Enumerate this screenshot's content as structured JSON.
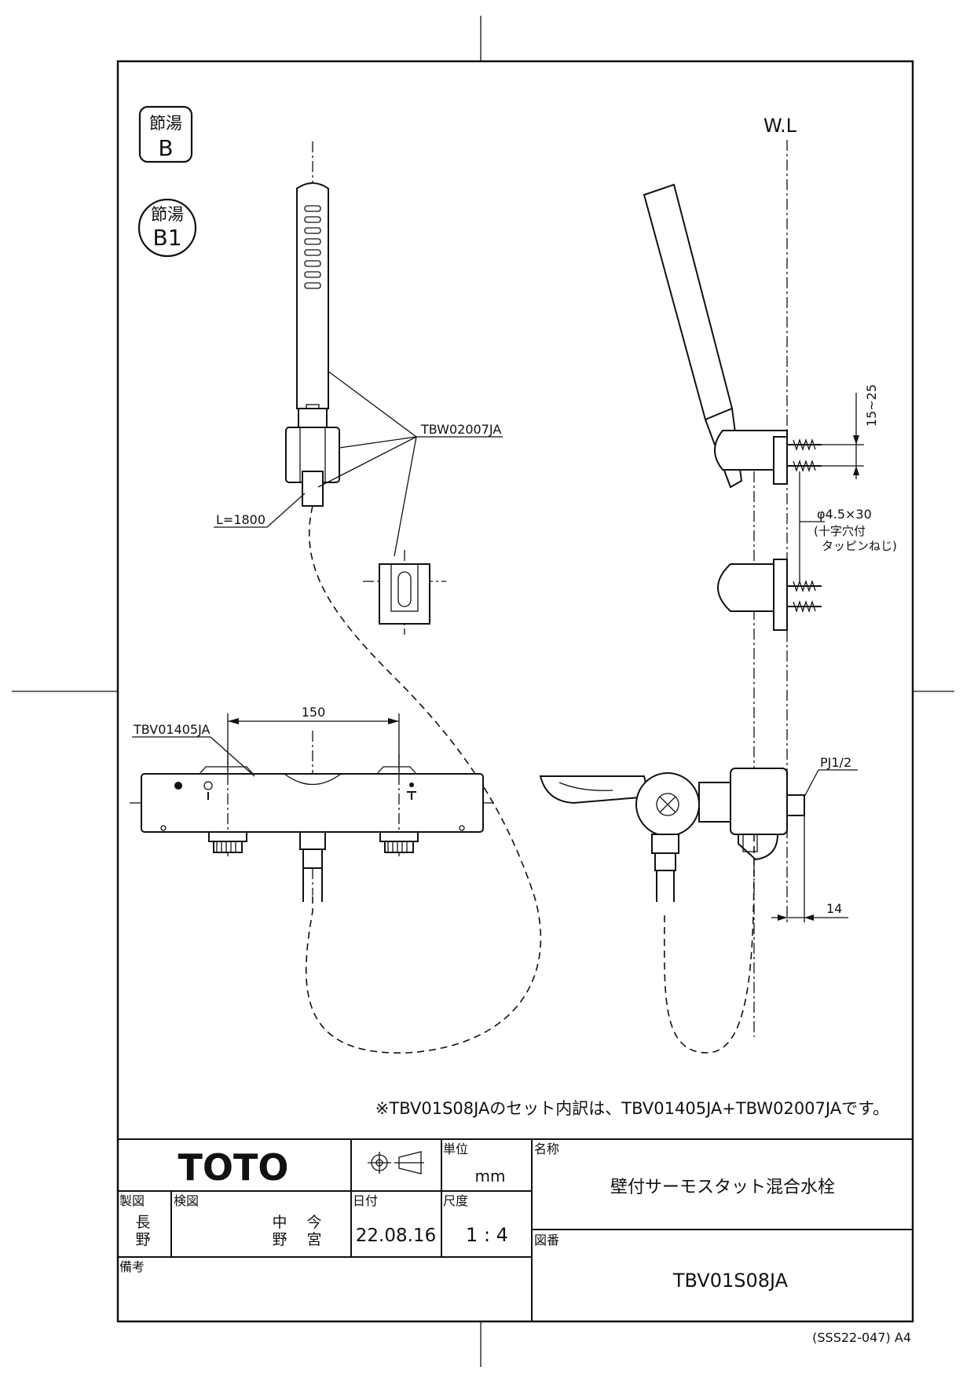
{
  "badges": {
    "badge_b": {
      "top": "節湯",
      "bottom": "B"
    },
    "badge_b1": {
      "top": "節湯",
      "bottom": "B1"
    }
  },
  "labels": {
    "water_level": "W.L",
    "holder_part": "TBW02007JA",
    "hose_length": "L=1800",
    "body_part": "TBV01405JA",
    "pitch": "150",
    "screw_spacing": "15~25",
    "screw_spec": "φ4.5×30",
    "screw_desc_1": "(十字穴付",
    "screw_desc_2": "タッピンねじ)",
    "pipe_thread": "PJ1/2",
    "offset": "14"
  },
  "note": "※TBV01S08JAのセット内訳は、TBV01405JA+TBW02007JAです。",
  "title_block": {
    "brand": "TOTO",
    "unit_label": "単位",
    "unit_value": "mm",
    "name_label": "名称",
    "name_value": "壁付サーモスタット混合水栓",
    "drawn_label": "製図",
    "drawn_by_1": "長",
    "drawn_by_2": "野",
    "checked_label": "検図",
    "checked_by_a1": "中",
    "checked_by_a2": "野",
    "checked_by_b1": "今",
    "checked_by_b2": "宮",
    "date_label": "日付",
    "date_value": "22.08.16",
    "scale_label": "尺度",
    "scale_value": "1 : 4",
    "number_label": "図番",
    "number_value": "TBV01S08JA",
    "remarks_label": "備考"
  },
  "footer_code": "(SSS22-047) A4"
}
